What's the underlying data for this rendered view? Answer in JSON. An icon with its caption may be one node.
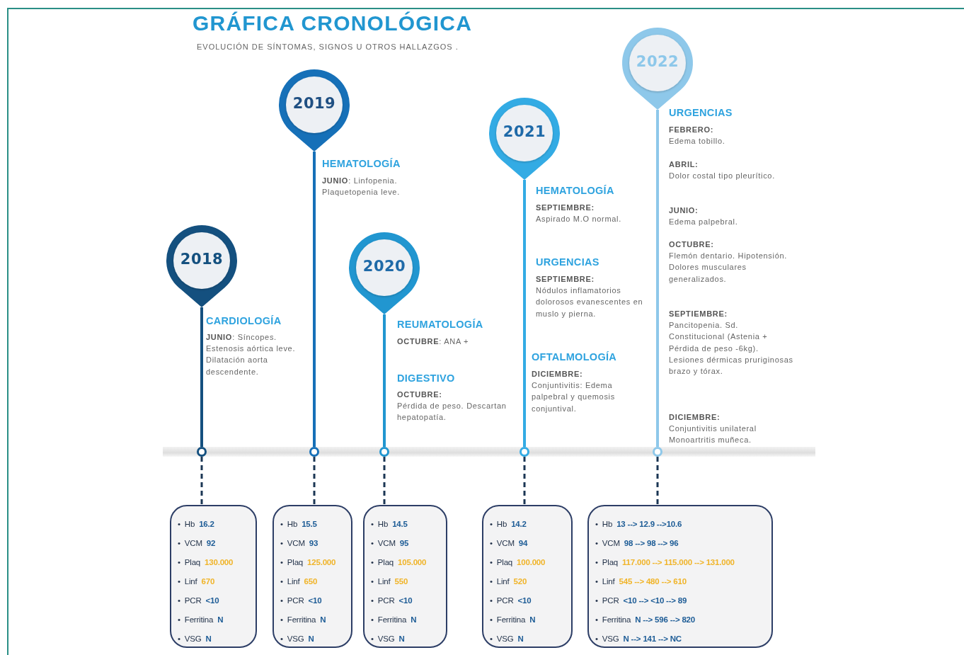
{
  "diagram": {
    "title": "GRÁFICA CRONOLÓGICA",
    "nodes": [
      {
        "text": [
          "2018"
        ],
        "beside": [
          "CARDIOLOGÍA",
          "**JUNIO**: Síncopes. Estenosis aórtica leve. Dilatación aorta descendente."
        ]
      },
      {
        "text": [
          "2019"
        ],
        "beside": [
          "HEMATOLOGÍA",
          "**JUNIO**: Linfopenia. Plaquetopenia leve."
        ]
      },
      {
        "text": [
          "2020"
        ],
        "beside": [
          "REUMATOLOGÍA",
          "**OCTUBRE**: ANA +",
          "DIGESTIVO",
          "**OCTUBRE:** Pérdida de peso. Descartan hepatopatía."
        ]
      },
      {
        "text": [
          "2021"
        ],
        "beside": [
          "HEMATOLOGÍA",
          "**SEPTIEMBRE:** Aspirado M.O normal.",
          "URGENCIAS",
          "**SEPTIEMBRE:** Nódulos inflamatorios dolorosos evanescentes en muslo y pierna.",
          "OFTALMOLOGÍA",
          "**DICIEMBRE:** Conjuntivitis: Edema palpebral y quemosis conjuntival."
        ]
      },
      {
        "text": [
          "2022"
        ],
        "beside": [
          "URGENCIAS",
          "**FEBRERO:** Edema tobillo.",
          "**ABRIL:** Dolor costal tipo pleurítico.",
          "**JUNIO:** Edema palpebral.",
          "**OCTUBRE:** Flemón dentario. Hipotensión. Dolores musculares generalizados.",
          "**SEPTIEMBRE:** Pancitopenia. Sd. Constitucional (Astenia + Pérdida de peso -6kg). Lesiones dérmicas pruriginosas brazo y tórax."
        ]
      },
      {
        "text": [],
        "shape": "circle"
      },
      {
        "text": [],
        "shape": "circle"
      },
      {
        "text": [],
        "shape": "circle"
      },
      {
        "text": [],
        "shape": "circle"
      },
      {
        "text": [],
        "shape": "circle"
      },
      {
        "text": [
          "• Hb **16.2**",
          "• VCM **92**",
          "• Plaq **130.000**",
          "• Linf **670**",
          "• PCR **<10**",
          "• Ferritina **N**",
          "• VSG **N**"
        ]
      },
      {
        "text": [
          "• Hb **15.5**",
          "• VCM **93**",
          "• Plaq **125.000**",
          "• Linf **650**",
          "• PCR **<10**",
          "• Ferritina **N**",
          "• VSG **N**"
        ]
      },
      {
        "text": [
          "• Hb **14.5**",
          "• VCM **95**",
          "• Plaq **105.000**",
          "• Linf **550**",
          "• PCR **<10**",
          "• Ferritina **N**",
          "• VSG **N**"
        ]
      },
      {
        "text": [
          "• Hb **14.2**",
          "• VCM **94**",
          "• Plaq **100.000**",
          "• Linf **520**",
          "• PCR **<10**",
          "• Ferritina **N**",
          "• VSG **N**"
        ]
      },
      {
        "text": [
          "• Hb **13 --> 12.9 -->10.6**",
          "• VCM **98 --> 98 --> 96**",
          "• Plaq **117.000 --> 115.000 --> 131.000**",
          "• Linf **545 --> 480 --> 610**",
          "• PCR **<10 --> <10 --> 89**",
          "• Ferritina **N --> 596 --> 820**",
          "• VSG **N --> 141 --> NC**"
        ]
      }
    ],
    "edges": [
      {
        "from": 0,
        "to": 5,
        "arrow": "none",
        "color": "#14507f"
      },
      {
        "from": 1,
        "to": 6,
        "arrow": "none",
        "color": "#1670b8"
      },
      {
        "from": 2,
        "to": 7,
        "arrow": "none",
        "color": "#2196d0"
      },
      {
        "from": 3,
        "to": 8,
        "arrow": "none",
        "color": "#33abe4"
      },
      {
        "from": 4,
        "to": 9,
        "arrow": "none",
        "color": "#8ec8ea"
      },
      {
        "from": 5,
        "to": 10,
        "arrow": "none",
        "style": "dashed"
      },
      {
        "from": 6,
        "to": 11,
        "arrow": "none",
        "style": "dashed"
      },
      {
        "from": 7,
        "to": 12,
        "arrow": "none",
        "style": "dashed"
      },
      {
        "from": 8,
        "to": 13,
        "arrow": "none",
        "style": "dashed"
      },
      {
        "from": 9,
        "to": 14,
        "arrow": "none",
        "style": "dashed"
      }
    ],
    "labels": [
      "EVOLUCIÓN DE SÍNTOMAS, SIGNOS U OTROS HALLAZGOS .",
      "**DICIEMBRE:** Conjuntivitis unilateral Monoartritis muñeca."
    ]
  }
}
